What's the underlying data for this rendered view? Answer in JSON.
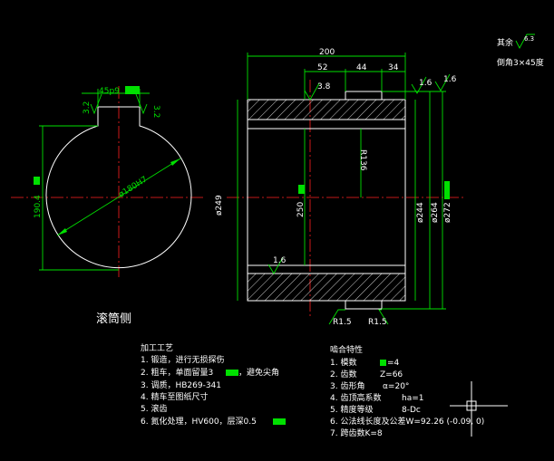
{
  "dims": {
    "keyway_width": "45p9",
    "roughness_left": "3.2",
    "roughness_right": "3.2",
    "bore_dia": "ø180H7",
    "chord": "190.4",
    "length_total": "200",
    "length_52": "52",
    "length_44": "44",
    "length_34": "34",
    "rough_3_8": "3.8",
    "rough_top_1": "1.6",
    "rough_top_2": "1.6",
    "rough_bottom": "1.6",
    "radius": "R136",
    "dia_249": "ø249",
    "dia_250": "250",
    "dia_244": "ø244",
    "dia_264": "ø264",
    "dia_272": "ø272",
    "r_left": "R1.5",
    "r_right": "R1.5"
  },
  "top_note": {
    "remaining_label": "其余",
    "remaining_value": "6.3",
    "chamfer": "倒角3×45度"
  },
  "view_label": "滚筒侧",
  "process": {
    "title": "加工工艺",
    "items": [
      "1. 锻造，进行无损探伤",
      "2. 粗车，单面留量3",
      "  ，避免尖角",
      "3. 调质，HB269-341",
      "4. 精车至图纸尺寸",
      "5. 滚齿",
      "6. 氮化处理，HV600，层深0.5"
    ]
  },
  "mesh": {
    "title": "啮合特性",
    "items": [
      "1. 模数",
      "=4",
      "2. 齿数",
      "Z=66",
      "3. 齿形角",
      "α=20°",
      "4. 齿顶高系数",
      "ha=1",
      "5. 精度等级",
      "8-Dc",
      "6. 公法线长度及公差W=92.26 (-0.09, 0)",
      "7. 跨齿数K=8"
    ]
  },
  "colors": {
    "line": "#ffffff",
    "dim": "#00e000",
    "center": "#ff2020",
    "bg": "#000000"
  }
}
